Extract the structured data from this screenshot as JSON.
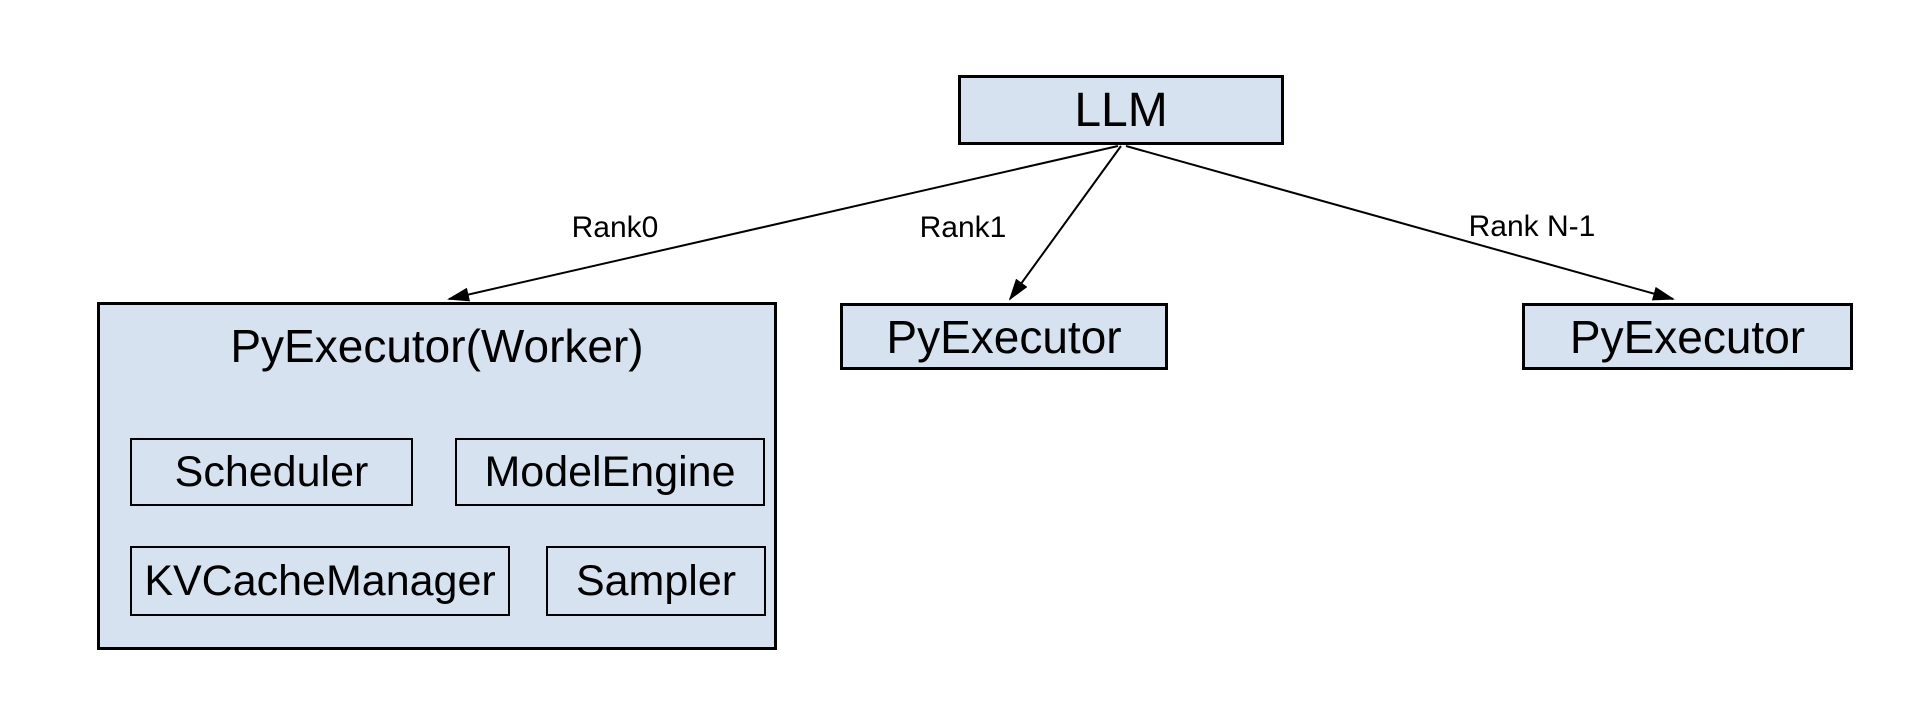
{
  "diagram": {
    "root_node": {
      "label": "LLM"
    },
    "edges": [
      {
        "label": "Rank0"
      },
      {
        "label": "Rank1"
      },
      {
        "label": "Rank N-1"
      }
    ],
    "nodes": {
      "worker": {
        "label": "PyExecutor(Worker)",
        "components": [
          {
            "label": "Scheduler"
          },
          {
            "label": "ModelEngine"
          },
          {
            "label": "KVCacheManager"
          },
          {
            "label": "Sampler"
          }
        ]
      },
      "rank1_executor": {
        "label": "PyExecutor"
      },
      "rankN_executor": {
        "label": "PyExecutor"
      }
    },
    "colors": {
      "node_fill": "#d7e2f1",
      "node_border": "#000000",
      "edge_color": "#000000",
      "background": "#ffffff"
    }
  }
}
